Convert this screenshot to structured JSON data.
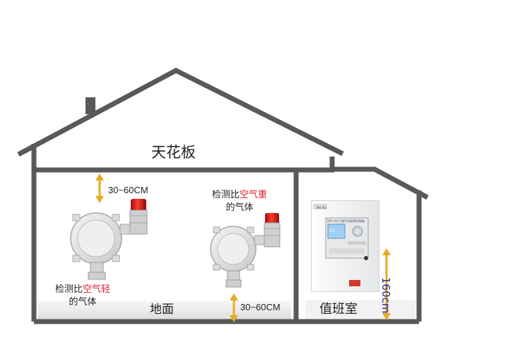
{
  "labels": {
    "ceiling": "天花板",
    "floor": "地面",
    "duty_room": "值班室",
    "height_mount": "160cm",
    "dim_top": "30~60CM",
    "dim_bottom": "30~60CM"
  },
  "light_gas": {
    "prefix": "检测比",
    "emph": "空气轻",
    "suffix": "的气体"
  },
  "heavy_gas": {
    "prefix": "检测比",
    "emph": "空气重",
    "suffix": "的气体"
  },
  "cabinet": {
    "tag": "TAR 9G",
    "title": "DM-100 可燃气体报警控制器",
    "lcd_value": "53"
  },
  "colors": {
    "house_outline": "#595959",
    "arrow": "#e8a922",
    "accent_red": "#e0202a",
    "height_label": "#1f2a8a",
    "lcd": "#9dd0f3"
  },
  "icons": [
    "detector-icon",
    "alarm-light-icon",
    "controller-cabinet-icon",
    "arrow-icon"
  ]
}
